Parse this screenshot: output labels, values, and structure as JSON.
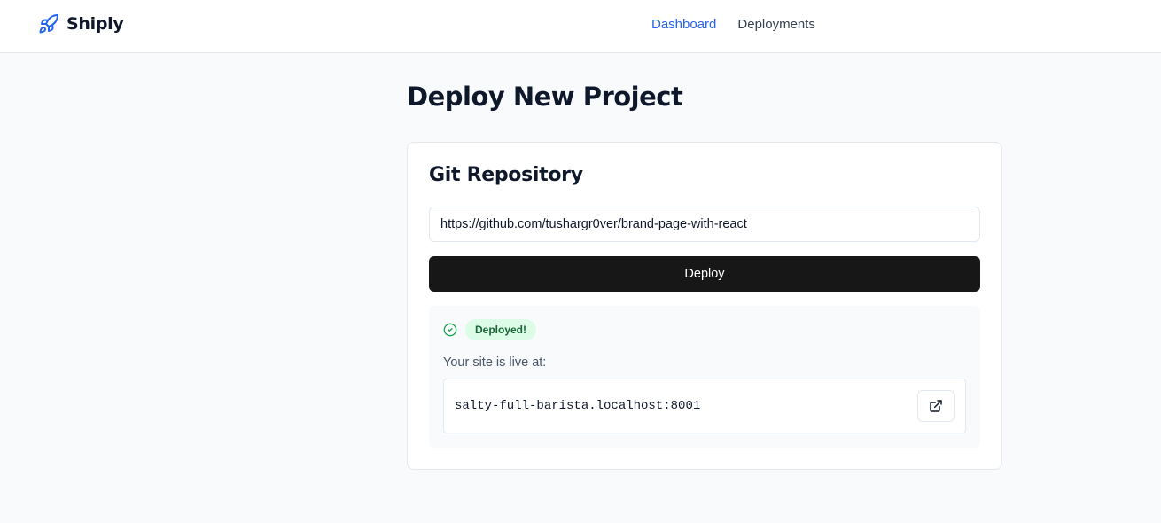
{
  "nav": {
    "brand": "Shiply",
    "brand_icon": "rocket-icon",
    "links": [
      {
        "label": "Dashboard",
        "active": true
      },
      {
        "label": "Deployments",
        "active": false
      }
    ]
  },
  "page": {
    "title": "Deploy New Project"
  },
  "card": {
    "title": "Git Repository",
    "repo_input": {
      "value": "https://github.com/tushargr0ver/brand-page-with-react",
      "placeholder": ""
    },
    "deploy_label": "Deploy",
    "result": {
      "status_icon": "check-circle-icon",
      "status_badge": "Deployed!",
      "live_label": "Your site is live at:",
      "url": "salty-full-barista.localhost:8001",
      "open_icon": "external-link-icon"
    }
  },
  "colors": {
    "accent": "#2563eb",
    "button_dark": "#171717",
    "success_bg": "#dcfce7",
    "success_text": "#166534",
    "success_icon": "#16a34a"
  }
}
